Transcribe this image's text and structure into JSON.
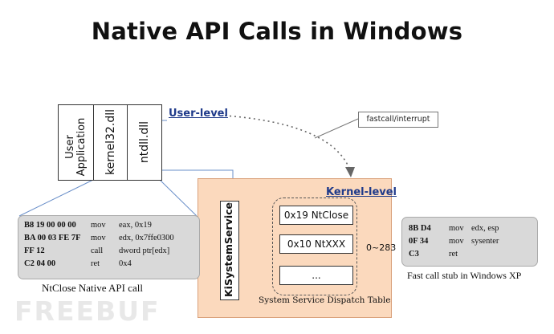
{
  "title": "Native API Calls in Windows",
  "user_stack": [
    {
      "label": "User\nApplication"
    },
    {
      "label": "kernel32.dll"
    },
    {
      "label": "ntdll.dll"
    }
  ],
  "user_level_label": "User-level",
  "callout_label": "fastcall/interrupt",
  "kernel_level_label": "Kernel-level",
  "kisystemservice_label": "KiSystemService",
  "dispatch_entries": [
    "0x19 NtClose",
    "0x10 NtXXX",
    "..."
  ],
  "dispatch_range_label": "0~283",
  "dispatch_table_caption": "System Service Dispatch Table",
  "ntclose_code": [
    {
      "bytes": "B8 19 00 00 00",
      "mnemonic": "mov",
      "operands": "eax, 0x19"
    },
    {
      "bytes": "BA 00 03 FE 7F",
      "mnemonic": "mov",
      "operands": "edx, 0x7ffe0300"
    },
    {
      "bytes": "FF 12",
      "mnemonic": "call",
      "operands": "dword ptr[edx]"
    },
    {
      "bytes": "C2 04 00",
      "mnemonic": "ret",
      "operands": "0x4"
    }
  ],
  "ntclose_caption": "NtClose Native API call",
  "fastcall_code": [
    {
      "bytes": "8B  D4",
      "mnemonic": "mov",
      "operands": "edx, esp"
    },
    {
      "bytes": "0F  34",
      "mnemonic": "mov",
      "operands": "sysenter"
    },
    {
      "bytes": "C3",
      "mnemonic": "ret",
      "operands": ""
    }
  ],
  "fastcall_caption": "Fast call stub in Windows XP",
  "watermark": "FREEBUF",
  "colors": {
    "kernel_panel": "#fbd9bd",
    "level_label": "#1f3a8a",
    "code_box": "#d9d9d9"
  }
}
